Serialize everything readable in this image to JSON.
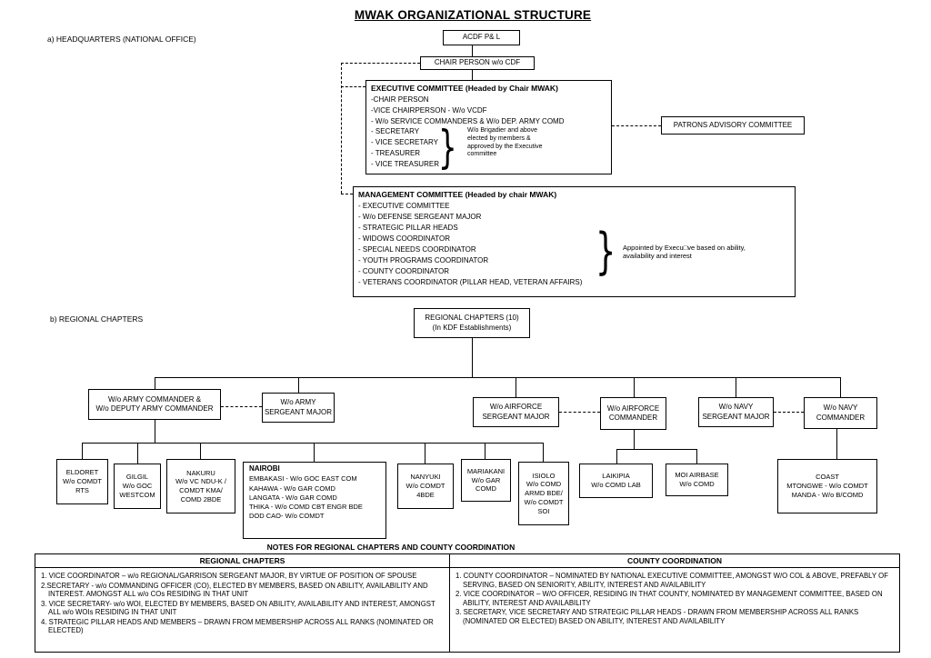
{
  "title": "MWAK ORGANIZATIONAL STRUCTURE",
  "sections": {
    "a": "a) HEADQUARTERS (NATIONAL OFFICE)",
    "b": "b) REGIONAL CHAPTERS"
  },
  "glyphs": {
    "brace": "}"
  },
  "hq": {
    "acdf_label": "ACDF P& L",
    "chairperson_label": "CHAIR PERSON  w/o CDF",
    "patrons_label": "PATRONS ADVISORY COMMITTEE",
    "executive_committee": {
      "heading": "EXECUTIVE COMMITTEE  (Headed by Chair MWAK)",
      "members": [
        "-CHAIR PERSON",
        "-VICE CHAIRPERSON - W/o VCDF",
        "- W/o SERVICE COMMANDERS & W/o DEP. ARMY COMD",
        "- SECRETARY",
        "- VICE SECRETARY",
        "- TREASURER",
        "- VICE TREASURER"
      ],
      "note": [
        "W/o Brigadier and above",
        "elected by members &",
        "approved by the Executive",
        "committee"
      ]
    },
    "management_committee": {
      "heading": "MANAGEMENT COMMITTEE (Headed by chair MWAK)",
      "members": [
        "- EXECUTIVE COMMITTEE",
        "- W/o DEFENSE SERGEANT MAJOR",
        "- STRATEGIC PILLAR HEADS",
        "- WIDOWS COORDINATOR",
        "- SPECIAL NEEDS COORDINATOR",
        "- YOUTH PROGRAMS COORDINATOR",
        "- COUNTY COORDINATOR",
        "- VETERANS COORDINATOR (PILLAR HEAD, VETERAN AFFAIRS)"
      ],
      "note": [
        "Appointed by Execu□ve based on ability,",
        "availability and interest"
      ]
    }
  },
  "regional": {
    "root": [
      "REGIONAL CHAPTERS (10)",
      "(In KDF Establishments)"
    ],
    "commands": {
      "army_commander": [
        "W/o ARMY COMMANDER &",
        "W/o DEPUTY ARMY COMMANDER"
      ],
      "army_sergeant_major": [
        "W/o ARMY",
        "SERGEANT MAJOR"
      ],
      "airforce_sergeant_major": [
        "W/o AIRFORCE",
        "SERGEANT MAJOR"
      ],
      "airforce_commander": [
        "W/o AIRFORCE",
        "COMMANDER"
      ],
      "navy_sergeant_major": [
        "W/o NAVY",
        "SERGEANT MAJOR"
      ],
      "navy_commander": [
        "W/o NAVY",
        "COMMANDER"
      ]
    },
    "locations": {
      "eldoret": [
        "ELDORET",
        "W/o COMDT",
        "RTS"
      ],
      "gilgil": [
        "GILGIL",
        "W/o GOC",
        "WESTCOM"
      ],
      "nakuru": [
        "NAKURU",
        "W/o VC NDU-K /",
        "COMDT KMA/",
        "COMD 2BDE"
      ],
      "nairobi": {
        "name": "NAIROBI",
        "lines": [
          "EMBAKASI - W/o GOC EAST COM",
          "KAHAWA - W/o GAR COMD",
          "LANGATA - W/o GAR COMD",
          "THIKA - W/o COMD CBT ENGR BDE",
          "DOD CAO- W/o COMDT"
        ]
      },
      "nanyuki": [
        "NANYUKI",
        "W/o COMDT",
        "4BDE"
      ],
      "mariakani": [
        "MARIAKANI",
        "W/o GAR",
        "COMD"
      ],
      "isiolo": [
        "ISIOLO",
        "W/o COMD",
        "ARMD BDE/",
        "W/o COMDT",
        "SOI"
      ],
      "laikipia": [
        "LAIKIPIA",
        "W/o COMD LAB"
      ],
      "moi_airbase": [
        "MOI AIRBASE",
        "W/o COMD"
      ],
      "coast": [
        "COAST",
        "MTONGWE - W/o COMDT",
        "MANDA - W/o B/COMD"
      ]
    }
  },
  "notes": {
    "heading": "NOTES FOR REGIONAL CHAPTERS AND COUNTY COORDINATION",
    "regional_chapters": {
      "header": "REGIONAL CHAPTERS",
      "items": [
        "1. VICE COORDINATOR – w/o REGIONAL/GARRISON SERGEANT MAJOR, BY VIRTUE OF POSITION OF SPOUSE",
        "2.SECRETARY - w/o COMMANDING OFFICER (CO), ELECTED BY MEMBERS, BASED ON ABILITY, AVAILABILITY AND INTEREST.  AMONGST ALL w/o COs RESIDING IN THAT UNIT",
        "3. VICE SECRETARY- w/o WOI, ELECTED BY MEMBERS, BASED ON ABILITY, AVAILABILITY AND INTEREST, AMONGST ALL w/o WOIs  RESIDING IN THAT UNIT",
        "4. STRATEGIC PILLAR HEADS AND MEMBERS – DRAWN FROM MEMBERSHIP ACROSS ALL RANKS (NOMINATED OR ELECTED)"
      ]
    },
    "county_coordination": {
      "header": "COUNTY COORDINATION",
      "items": [
        "1. COUNTY COORDINATOR – NOMINATED BY NATIONAL EXECUTIVE COMMITTEE, AMONGST W/O COL & ABOVE, PREFABLY OF SERVING, BASED ON  SENIORITY, ABILITY, INTEREST AND AVAILABILITY",
        "2. VICE COORDINATOR – W/O OFFICER, RESIDING IN THAT COUNTY, NOMINATED BY MANAGEMENT COMMITTEE, BASED ON ABILITY, INTEREST  AND AVAILABILITY",
        "3. SECRETARY, VICE SECRETARY AND STRATEGIC PILLAR HEADS - DRAWN FROM MEMBERSHIP ACROSS ALL RANKS (NOMINATED OR ELECTED)  BASED ON ABILITY, INTEREST AND AVAILABILITY"
      ]
    }
  }
}
